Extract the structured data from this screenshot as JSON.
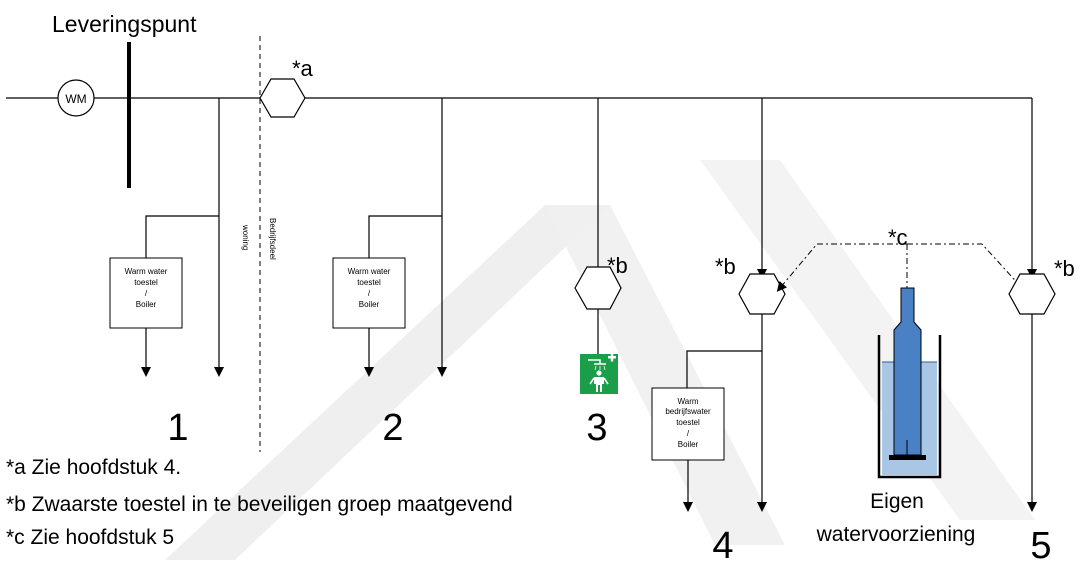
{
  "title": "Leveringspunt",
  "water_meter": "WM",
  "boundary_label": [
    "Bedrijfsdeel",
    "woning"
  ],
  "markers": {
    "a": "*a",
    "b": "*b",
    "c": "*c"
  },
  "groups": [
    {
      "number": "1",
      "device": [
        "Warm water",
        "toestel",
        "/",
        "Boiler"
      ]
    },
    {
      "number": "2",
      "device": [
        "Warm water",
        "toestel",
        "/",
        "Boiler"
      ]
    },
    {
      "number": "3"
    },
    {
      "number": "4",
      "device": [
        "Warm",
        "bedrijfswater",
        "toestel",
        "/",
        "Boiler"
      ]
    },
    {
      "number": "5"
    }
  ],
  "well_label": [
    "Eigen",
    "watervoorziening"
  ],
  "notes": [
    "*a Zie hoofdstuk 4.",
    "*b Zwaarste toestel in te beveiligen groep maatgevend",
    "*c Zie hoofdstuk 5"
  ],
  "colors": {
    "line": "#000000",
    "safety_sign": "#1a9e49",
    "well_water": "#4a80c4",
    "well_casing": "#a9c6e4",
    "watermark": "#efefef"
  }
}
